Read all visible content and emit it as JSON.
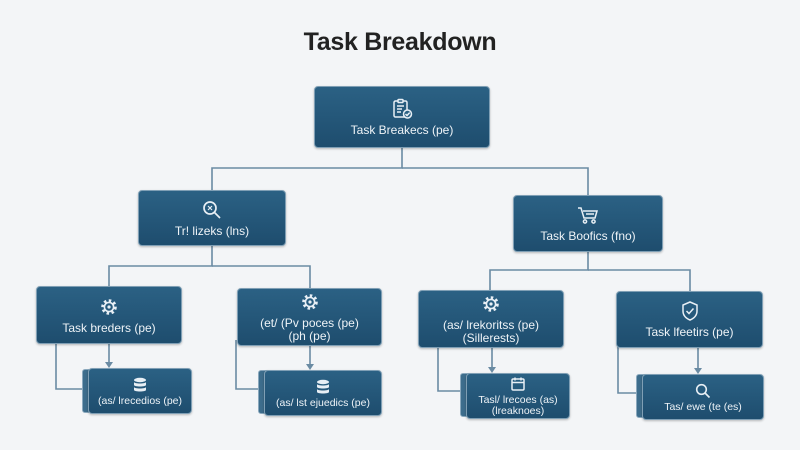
{
  "title": "Task Breakdown",
  "root": {
    "label": "Task Breakecs (pe)",
    "icon": "clipboard-check-icon"
  },
  "level1": [
    {
      "label": "Tr! lizeks (lns)",
      "icon": "magnifier-icon"
    },
    {
      "label": "Task Boofics (fno)",
      "icon": "cart-icon"
    }
  ],
  "level2": [
    {
      "label": "Task breders (pe)",
      "icon": "gear-icon"
    },
    {
      "label": "(et/ (Pv poces (pe)",
      "sublabel": "(ph (pe)",
      "icon": "gear-icon"
    },
    {
      "label": "(as/ lrekoritss (pe)",
      "sublabel": "(Sillerests)",
      "icon": "gear-icon"
    },
    {
      "label": "Task lfeetirs (pe)",
      "icon": "shield-check-icon"
    }
  ],
  "level3": [
    {
      "label": "(as/ lrecedios (pe)",
      "icon": "database-icon"
    },
    {
      "label": "(as/ lst ejuedics (pe)",
      "icon": "database-icon"
    },
    {
      "label": "Tasl/ lrecoes (as)",
      "sublabel": "(lreaknoes)",
      "icon": "calendar-icon"
    },
    {
      "label": "Tas/ ewe (te (es)",
      "icon": "search-icon"
    }
  ],
  "colors": {
    "node": "#235778",
    "border": "#7f9fb5",
    "line": "#6a8ba3",
    "background": "#f3f5f7"
  }
}
